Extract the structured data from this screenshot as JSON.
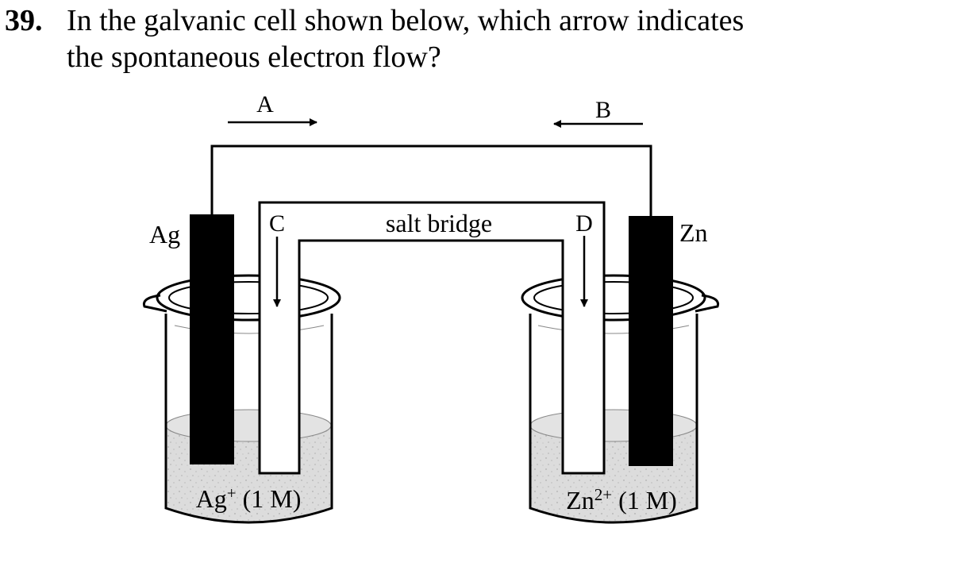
{
  "question": {
    "number": "39.",
    "line1": "In the galvanic cell shown below, which arrow indicates",
    "line2": "the spontaneous electron flow?"
  },
  "diagram": {
    "arrow_labels": {
      "a": "A",
      "b": "B",
      "c": "C",
      "d": "D"
    },
    "electrodes": {
      "left": "Ag",
      "right": "Zn"
    },
    "salt_bridge_label": "salt bridge",
    "solutions": {
      "left_ion": "Ag",
      "left_charge": "+",
      "left_conc": " (1 M)",
      "right_ion": "Zn",
      "right_charge": "2+",
      "right_conc": " (1 M)"
    },
    "colors": {
      "electrode": "#000000",
      "solution": "#dadada",
      "line": "#000000"
    }
  }
}
